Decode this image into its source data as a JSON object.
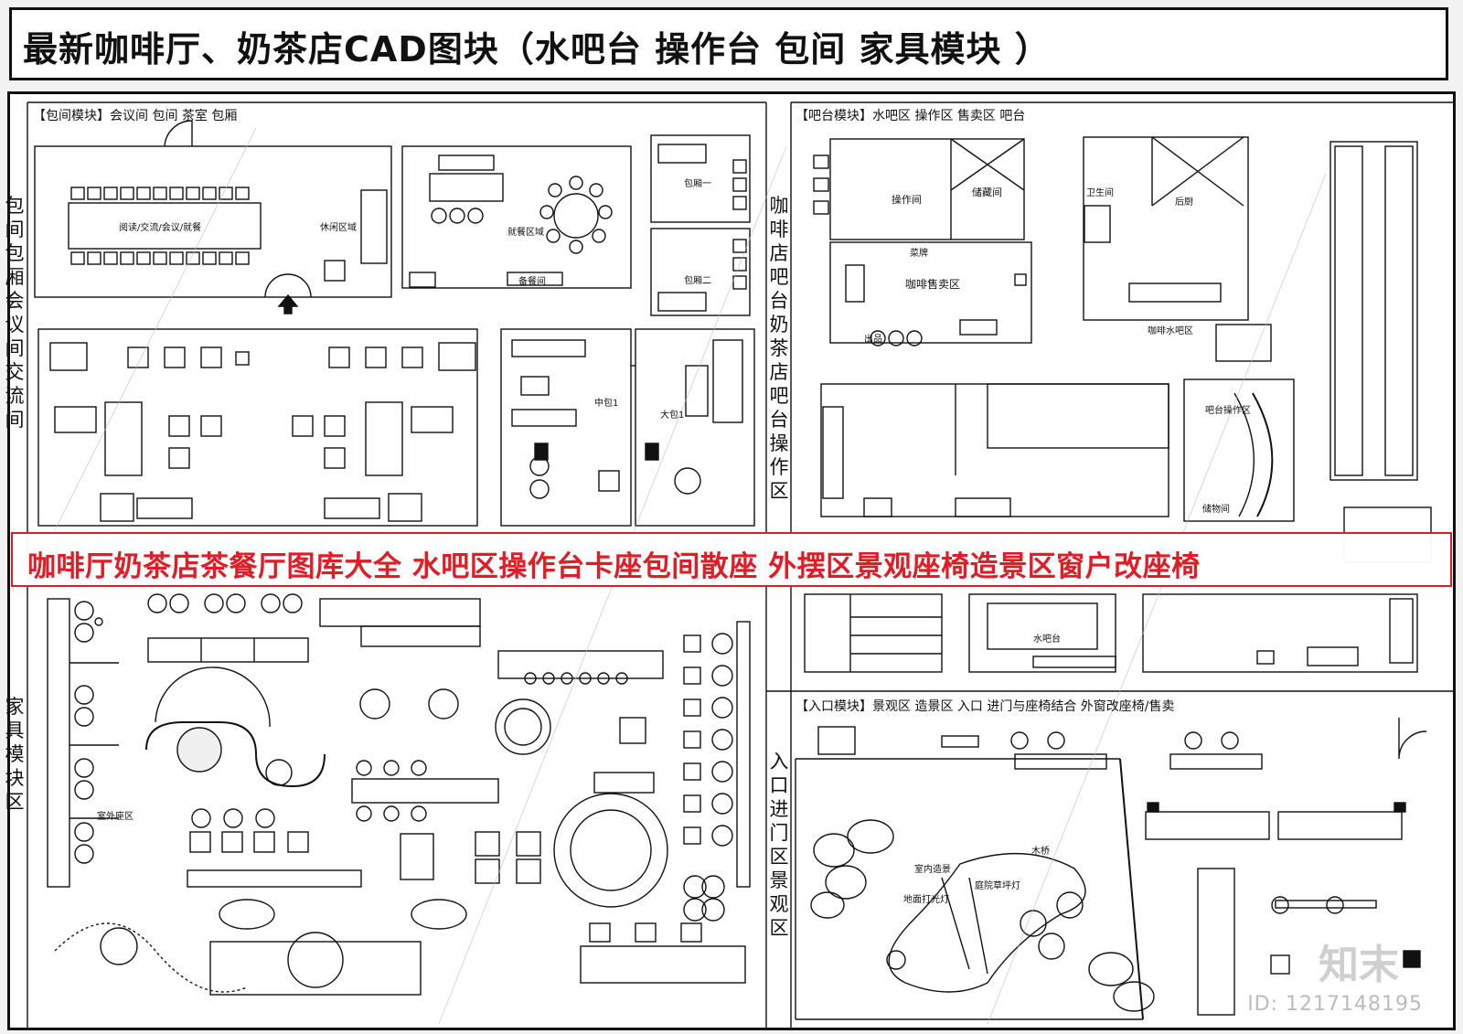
{
  "title": "最新咖啡厅、奶茶店CAD图块（水吧台 操作台 包间 家具模块 ）",
  "banner": "咖啡厅奶茶店茶餐厅图库大全 水吧区操作台卡座包间散座 外摆区景观座椅造景区窗户改座椅",
  "side_labels": {
    "left_top": "包间 包厢 会议间 交流间",
    "left_bottom": "家具模块区",
    "mid_top": "咖啡店吧台 奶茶店吧台 操作区",
    "mid_bottom": "入口 进门区 景观区"
  },
  "panels": {
    "private_rooms": "【包间模块】会议间 包间 茶室 包厢",
    "bar": "【吧台模块】水吧区 操作区 售卖区 吧台",
    "entrance": "【入口模块】景观区 造景区 入口 进门与座椅结合 外窗改座椅/售卖"
  },
  "room_labels": {
    "meeting": "阅读/交流/会议/就餐",
    "rest": "休闲区域",
    "dining": "就餐区域",
    "prep": "备餐间",
    "room1": "包厢一",
    "room2": "包厢二",
    "mid": "中包1",
    "large": "大包1",
    "ops": "操作间",
    "storage": "储藏间",
    "sales": "咖啡售卖区",
    "menu": "菜牌",
    "exit": "出品",
    "toilet": "卫生间",
    "kitchen": "后厨",
    "waterbar_area": "咖啡水吧区",
    "waterbar": "水吧台",
    "bar_ops": "吧台操作区",
    "store": "储物间",
    "outdoor": "室外座区",
    "landscape": "室内造景",
    "bridge": "木桥",
    "lawn_light": "庭院草坪灯",
    "ground_light": "地面打光灯"
  },
  "watermark": {
    "brand": "知末",
    "id": "ID: 1217148195"
  }
}
